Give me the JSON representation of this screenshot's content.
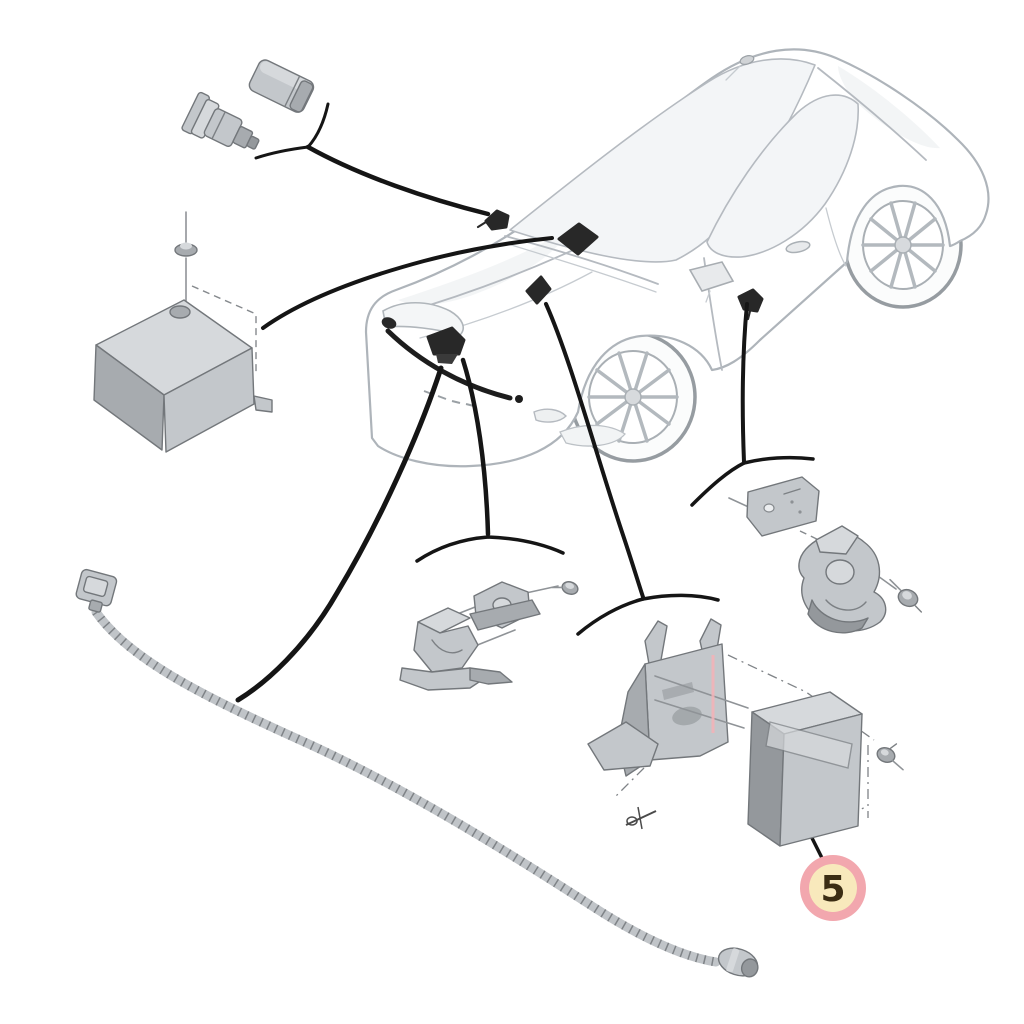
{
  "diagram": {
    "type": "exploded-parts-diagram",
    "vehicle": "coupe-three-quarter-front-view",
    "callout": {
      "label": "5"
    }
  },
  "colors": {
    "background": "#ffffff",
    "leader": "#151515",
    "badge_ring": "#f2a7ae",
    "badge_fill": "#f8e9bc",
    "badge_text": "#3b2d13",
    "highlight": "#f5b3b8",
    "part_gray": "#c3c7cb",
    "sensor_dark": "#282828"
  },
  "parts": {
    "sensor_block": "sensor-block",
    "sensor_connector": "sensor-connector",
    "control_module": "control-module-with-screw",
    "wiring_strip": "ribbed-wiring-strip",
    "center_bracket": "mounting-bracket-with-bolt",
    "siren": "siren-with-bracket-and-screws",
    "ecu_bracket": "bracket-with-control-unit-and-screw"
  }
}
